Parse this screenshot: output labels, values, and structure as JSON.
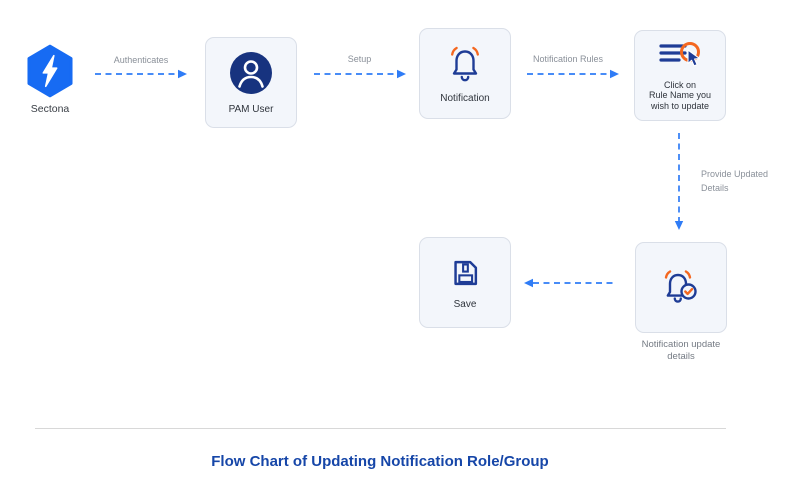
{
  "title": {
    "text": "Flow Chart of Updating Notification Role/Group"
  },
  "logo": {
    "label": "Sectona",
    "icon": "hexagon-lightning-icon"
  },
  "nodes": {
    "pam_user": {
      "label": "PAM User",
      "icon": "user-circle-icon"
    },
    "notification": {
      "label": "Notification",
      "icon": "bell-icon"
    },
    "click_rule": {
      "lines": [
        "Click on",
        "Rule Name you",
        "wish to update"
      ],
      "icon": "list-cursor-icon"
    },
    "save": {
      "label": "Save",
      "icon": "floppy-disk-icon"
    },
    "notification_update": {
      "lines": [
        "Notification update",
        "details"
      ],
      "icon": "bell-check-icon"
    }
  },
  "arrows": {
    "authenticates": {
      "label": "Authenticates",
      "direction": "right"
    },
    "setup": {
      "label": "Setup",
      "direction": "right"
    },
    "notification_rules": {
      "label": "Notification Rules",
      "direction": "right"
    },
    "provide_updated_details": {
      "lines": [
        "Provide Updated",
        "Details"
      ],
      "direction": "down"
    },
    "to_save": {
      "label": "",
      "direction": "left"
    }
  },
  "colors": {
    "arrow_blue": "#2f7cf6",
    "icon_navy": "#1e3c96",
    "icon_fill_navy": "#17337f",
    "accent_orange": "#f4671f",
    "logo_blue": "#176bf3",
    "title_blue": "#1646a8",
    "box_bg": "#f3f6fb",
    "box_border": "#dadfe8",
    "gray_label": "#8a9099",
    "separator_gray": "#d8d8d8"
  }
}
